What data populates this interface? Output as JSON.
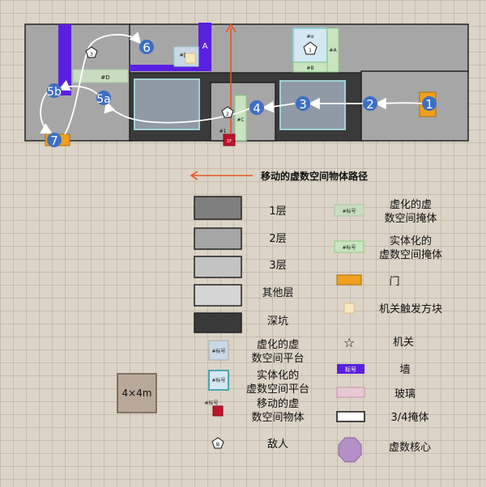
{
  "map": {
    "tags": {
      "beta": "#β",
      "wall_a": "A",
      "d": "#D",
      "alpha": "#α",
      "a": "#A",
      "b": "#B",
      "c": "#C",
      "one": "#1",
      "moving_id": "1F"
    },
    "enemy_labels": {
      "e3": "3",
      "e2": "2",
      "e1": "1"
    },
    "nodes": [
      {
        "id": "n1",
        "label": "1"
      },
      {
        "id": "n2",
        "label": "2"
      },
      {
        "id": "n3",
        "label": "3"
      },
      {
        "id": "n4",
        "label": "4"
      },
      {
        "id": "n5a",
        "label": "5a"
      },
      {
        "id": "n5b",
        "label": "5b"
      },
      {
        "id": "n6",
        "label": "6"
      },
      {
        "id": "n7",
        "label": "7"
      }
    ]
  },
  "legend": {
    "arrow_label": "移动的虚数空间物体路径",
    "left": [
      {
        "key": "floor1",
        "lines": [
          "1层"
        ]
      },
      {
        "key": "floor2",
        "lines": [
          "2层"
        ]
      },
      {
        "key": "floor3",
        "lines": [
          "3层"
        ]
      },
      {
        "key": "other",
        "lines": [
          "其他层"
        ]
      },
      {
        "key": "pit",
        "lines": [
          "深坑"
        ]
      },
      {
        "key": "virt_platform",
        "swatch_text": "#标号",
        "lines": [
          "虚化的虚",
          "数空间平台"
        ]
      },
      {
        "key": "solid_platform",
        "swatch_text": "#标号",
        "lines": [
          "实体化的",
          "虚数空间平台"
        ]
      },
      {
        "key": "moving_object",
        "swatch_text": "#标号",
        "lines": [
          "移动的虚",
          "数空间物体"
        ]
      },
      {
        "key": "enemy",
        "swatch_text": "敌",
        "lines": [
          "敌人"
        ]
      }
    ],
    "right": [
      {
        "key": "virt_cover",
        "swatch_text": "#标号",
        "lines": [
          "虚化的虚",
          "数空间掩体"
        ]
      },
      {
        "key": "solid_cover",
        "swatch_text": "#标号",
        "lines": [
          "实体化的",
          "虚数空间掩体"
        ]
      },
      {
        "key": "door",
        "lines": [
          "门"
        ]
      },
      {
        "key": "trigger",
        "lines": [
          "机关触发方块"
        ]
      },
      {
        "key": "mechanism",
        "lines": [
          "机关"
        ]
      },
      {
        "key": "wall",
        "swatch_text": "标号",
        "lines": [
          "墙"
        ]
      },
      {
        "key": "glass",
        "lines": [
          "玻璃"
        ]
      },
      {
        "key": "cover34",
        "lines": [
          "3/4掩体"
        ]
      },
      {
        "key": "core",
        "lines": [
          "虚数核心"
        ]
      }
    ],
    "scale": "4×4m"
  },
  "colors": {
    "floor1": "#7f7f7f",
    "floor2": "#a6a6a6",
    "floor3": "#c3c3c3",
    "other": "#d6d6d6",
    "pit": "#3a3a3a",
    "node": "#3c6fc3",
    "wall": "#5b1fe0",
    "door": "#f0a020",
    "arrow": "#e8541e",
    "moving": "#c0142d"
  }
}
